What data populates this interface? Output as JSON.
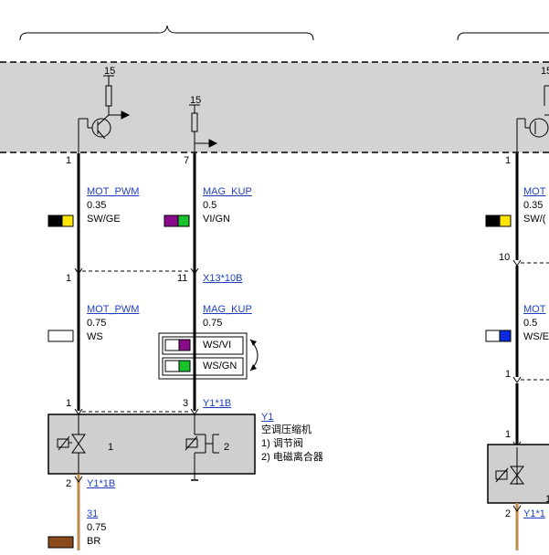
{
  "module_top": {
    "supply_label_1": "15",
    "supply_label_2": "15",
    "supply_label_3": "15",
    "pin_mot": "1",
    "pin_mag": "7",
    "pin_right": "1"
  },
  "wires_upper": {
    "mot": {
      "signal": "MOT_PWM",
      "gauge": "0.35",
      "color": "SW/GE",
      "swatch": [
        "#000000",
        "#ffe600"
      ]
    },
    "mag": {
      "signal": "MAG_KUP",
      "gauge": "0.5",
      "color": "VI/GN",
      "swatch": [
        "#8a0a8a",
        "#17c22a"
      ]
    },
    "right": {
      "signal": "MOT",
      "gauge": "0.35",
      "color": "SW/(",
      "swatch": [
        "#000000",
        "#ffe600"
      ]
    }
  },
  "connector_mid": {
    "pin_mot": "1",
    "pin_mag": "11",
    "ref": "X13*10B",
    "right_pin_a": "10",
    "right_pin_b": "1"
  },
  "wires_lower": {
    "mot": {
      "signal": "MOT_PWM",
      "gauge": "0.75",
      "color": "WS",
      "swatch": [
        "#ffffff",
        "#ffffff"
      ]
    },
    "mag": {
      "signal": "MAG_KUP",
      "gauge": "0.75"
    },
    "right": {
      "signal": "MOT",
      "gauge": "0.5",
      "color": "WS/E",
      "swatch": [
        "#ffffff",
        "#0a2be0"
      ]
    }
  },
  "alternatives": [
    {
      "label": "WS/VI",
      "swatch": [
        "#ffffff",
        "#8a0a8a"
      ]
    },
    {
      "label": "WS/GN",
      "swatch": [
        "#ffffff",
        "#17c22a"
      ]
    }
  ],
  "component": {
    "pin_mot": "1",
    "pin_mag": "3",
    "plug_ref": "Y1*1B",
    "id": "Y1",
    "name": "空调压缩机",
    "part1": "1)   调节阀",
    "part2": "2)   电磁离合器",
    "inner_1": "1",
    "inner_2": "2",
    "right_pin": "1",
    "right_inner": "1"
  },
  "ground": {
    "pin": "2",
    "plug_ref": "Y1*1B",
    "signal": "31",
    "gauge": "0.75",
    "color": "BR",
    "swatch": [
      "#8b4a1c",
      "#8b4a1c"
    ],
    "right_pin": "2",
    "right_ref": "Y1*1"
  },
  "colors": {
    "module_fill": "#d3d3d3",
    "component_fill": "#cfcfcf",
    "link": "#1f3fbf",
    "ground_wire": "#c08a4a"
  }
}
